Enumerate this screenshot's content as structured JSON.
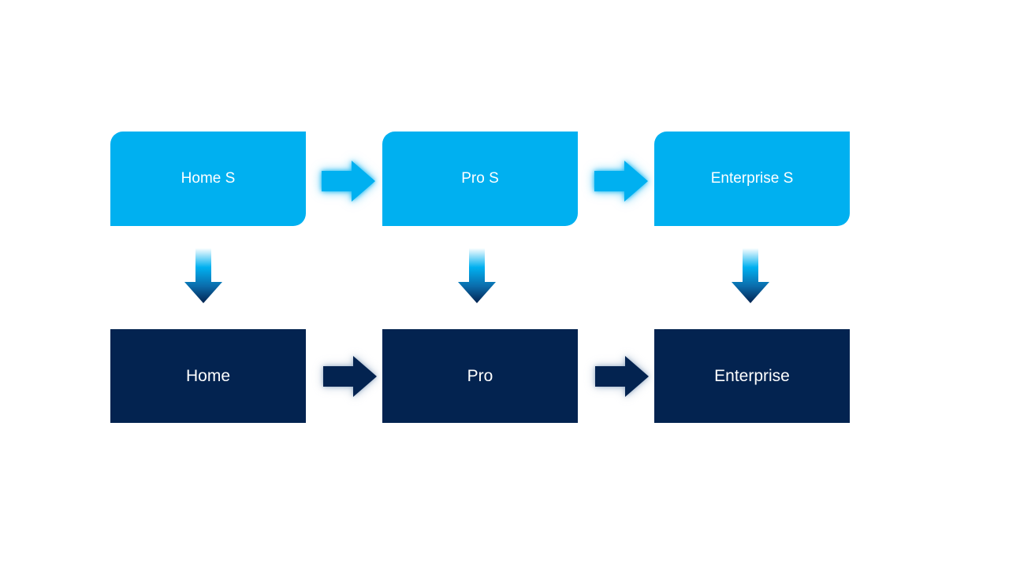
{
  "slide": {
    "background": "#ffffff",
    "description": "Edition upgrade process diagram: S editions map down to full editions"
  },
  "diagram": {
    "colors": {
      "light_blue": "#00B0F0",
      "dark_navy": "#032350",
      "label_text": "#ffffff"
    },
    "top_row": [
      {
        "label": "Home S"
      },
      {
        "label": "Pro S"
      },
      {
        "label": "Enterprise S"
      }
    ],
    "bottom_row": [
      {
        "label": "Home"
      },
      {
        "label": "Pro"
      },
      {
        "label": "Enterprise"
      }
    ],
    "icons": {
      "right_arrow_top": "right-arrow (light blue, glow)",
      "right_arrow_bottom": "right-arrow (dark navy, glow)",
      "down_arrow": "down-arrow (white to light-blue to navy gradient)"
    }
  }
}
